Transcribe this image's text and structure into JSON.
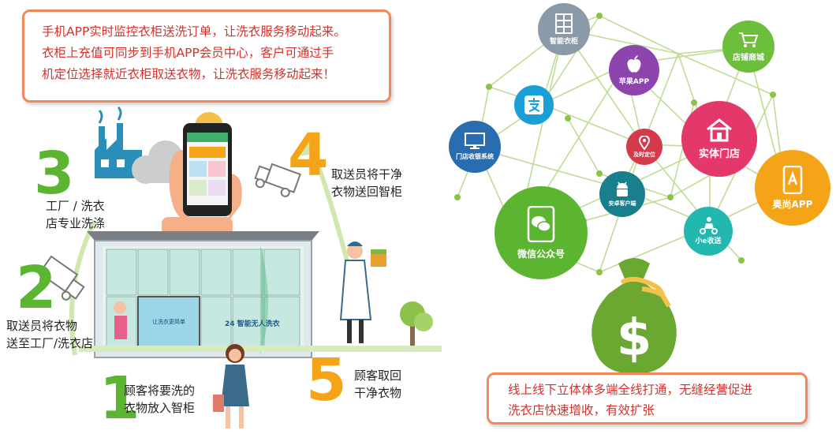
{
  "top_callout": {
    "lines": [
      "手机APP实时监控衣柜送洗订单，让洗衣服务移动起来。",
      "衣柜上充值可同步到手机APP会员中心，客户可通过手",
      "机定位选择就近衣柜取送衣物，让洗衣服务移动起来！"
    ]
  },
  "steps": [
    {
      "number": "1",
      "lines": [
        "顾客将要洗的",
        "衣物放入智柜"
      ]
    },
    {
      "number": "2",
      "lines": [
        "取送员将衣物",
        "送至工厂/洗衣店"
      ]
    },
    {
      "number": "3",
      "lines": [
        "工厂 / 洗衣",
        "店专业洗涤"
      ]
    },
    {
      "number": "4",
      "lines": [
        "取送员将干净",
        "衣物送回智柜"
      ]
    },
    {
      "number": "5",
      "lines": [
        "顾客取回",
        "干净衣物"
      ]
    }
  ],
  "locker": {
    "top_sign": "24 智能无人洗衣",
    "screen_top": "让洗衣更简单"
  },
  "network_nodes": [
    {
      "id": "smart-locker",
      "label": "智能衣柜",
      "icon": "locker-icon",
      "color": "#8a9aa8"
    },
    {
      "id": "apple-app",
      "label": "苹果APP",
      "icon": "apple-icon",
      "color": "#8e44ad"
    },
    {
      "id": "shop-mall",
      "label": "店铺商城",
      "icon": "cart-icon",
      "color": "#6dbf3b"
    },
    {
      "id": "alipay",
      "label": "",
      "icon": "alipay-icon",
      "color": "#1a9fd6"
    },
    {
      "id": "pos-system",
      "label": "门店收银系统",
      "icon": "monitor-icon",
      "color": "#2a6cb0"
    },
    {
      "id": "location",
      "label": "及时定位",
      "icon": "location-icon",
      "color": "#d63a4a"
    },
    {
      "id": "physical-store",
      "label": "实体门店",
      "icon": "home-icon",
      "color": "#e4386a"
    },
    {
      "id": "aoshang-app",
      "label": "奥尚APP",
      "icon": "phone-app-icon",
      "color": "#f5a417"
    },
    {
      "id": "android-client",
      "label": "安卓客户端",
      "icon": "android-icon",
      "color": "#1a7f8c"
    },
    {
      "id": "wechat",
      "label": "微信公众号",
      "icon": "wechat-icon",
      "color": "#5cb531"
    },
    {
      "id": "xiaoe-delivery",
      "label": "小e收送",
      "icon": "delivery-icon",
      "color": "#22b8b0"
    }
  ],
  "bottom_callout": {
    "lines": [
      "线上线下立体体多端全线打通，无缝经营促进",
      "洗衣店快速增收，有效扩张"
    ]
  },
  "money_bag": {
    "symbol": "$"
  }
}
